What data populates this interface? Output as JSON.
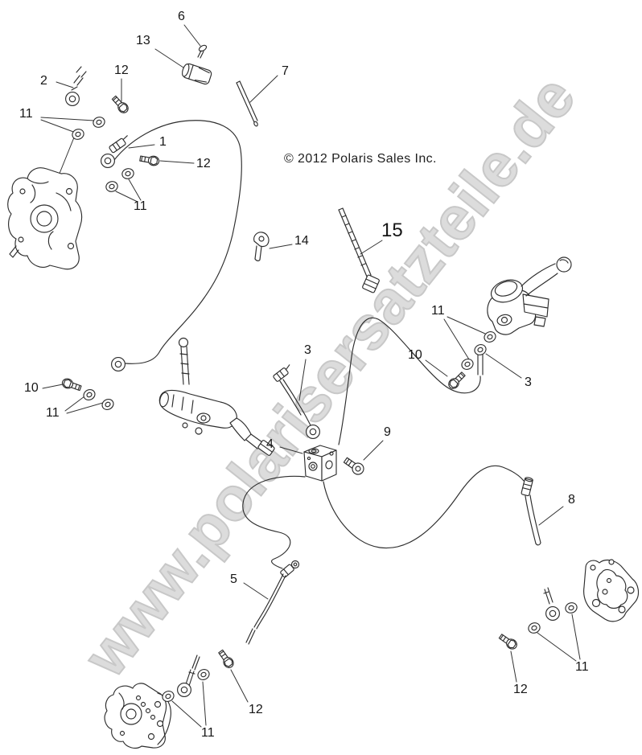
{
  "watermark": "www.polarisersatzteile.de",
  "copyright": "© 2012 Polaris Sales Inc.",
  "callouts": {
    "n1": "1",
    "n2": "2",
    "n3": "3",
    "n4": "4",
    "n5": "5",
    "n6": "6",
    "n7": "7",
    "n8": "8",
    "n9": "9",
    "n10": "10",
    "n11": "11",
    "n12": "12",
    "n13": "13",
    "n14": "14",
    "n15": "15"
  },
  "colors": {
    "background": "#ffffff",
    "line_art": "#2d2d2d",
    "watermark_fill": "#dcdcdc",
    "watermark_outline": "#c8c8c8",
    "label_text": "#161616"
  },
  "icons": {
    "parts": [
      "front-brake-caliper",
      "rear-brake-caliper",
      "caliper-mount-bracket",
      "hand-master-cylinder",
      "foot-master-cylinder",
      "junction-block",
      "brake-hoses",
      "banjo-bolts",
      "washers",
      "bolts",
      "clip",
      "clamp",
      "rod"
    ]
  }
}
